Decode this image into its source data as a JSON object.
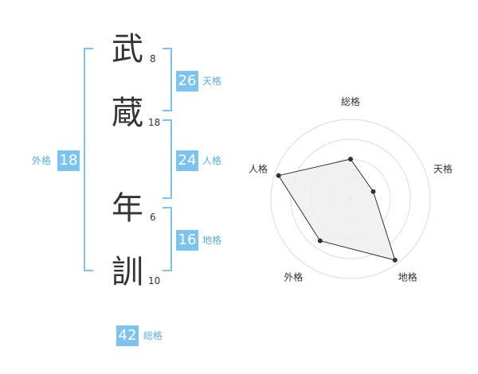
{
  "name": {
    "chars": [
      {
        "char": "武",
        "strokes": "8"
      },
      {
        "char": "蔵",
        "strokes": "18"
      },
      {
        "char": "年",
        "strokes": "6"
      },
      {
        "char": "訓",
        "strokes": "10"
      }
    ]
  },
  "fortunes": {
    "gaikaku": {
      "value": "18",
      "label": "外格"
    },
    "tenkaku": {
      "value": "26",
      "label": "天格"
    },
    "jinkaku": {
      "value": "24",
      "label": "人格"
    },
    "chikaku": {
      "value": "16",
      "label": "地格"
    },
    "soukaku": {
      "value": "42",
      "label": "総格"
    }
  },
  "radar": {
    "axes": [
      "総格",
      "天格",
      "地格",
      "外格",
      "人格"
    ],
    "values": [
      0.5,
      0.3,
      0.95,
      0.65,
      0.95
    ],
    "max": 1
  },
  "colors": {
    "accent": "#7cc3ef",
    "accent_text": "#5aaee0",
    "polygon_fill": "#efefef",
    "polygon_stroke": "#333333",
    "grid": "#dcdcdc"
  }
}
